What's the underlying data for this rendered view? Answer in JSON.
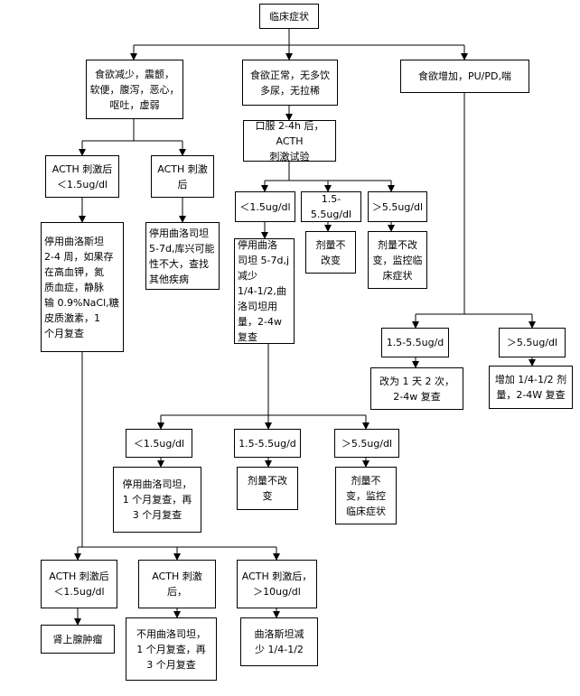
{
  "nodes": {
    "root": "临床症状",
    "b1": "食欲减少，震颤，\n软便，腹泻，恶心，\n呕吐，虚弱",
    "b2": "食欲正常，无多饮\n多尿，无拉稀",
    "b3": "食欲增加，PU/PD,喘",
    "acth_low_1": "ACTH 刺激后\n＜1.5ug/dl",
    "acth_post": "ACTH 刺激\n后",
    "oral_test": "口服 2-4h 后，ACTH\n刺激试验",
    "stop_2_4w": "停用曲洛斯坦\n2-4 周，如果存\n在高血钾，氮\n质血症，静脉\n输 0.9%NaCl,糖\n皮质激素，1\n个月复查",
    "stop_5_7d_a": "停用曲洛司坦\n5-7d,库兴可能\n性不大，查找\n其他疾病",
    "r_low": "＜1.5ug/dl",
    "r_mid": "1.5-5.5ug/dl",
    "r_high": "＞5.5ug/dl",
    "stop_reduce": "停用曲洛\n司坦 5-7d,j\n减少\n1/4-1/2,曲\n洛司坦用\n量，2-4w\n复查",
    "no_change_1": "剂量不\n改变",
    "no_change_monitor_1": "剂量不改\n变，监控临\n床症状",
    "g_mid": "1.5-5.5ug/d",
    "g_high": "＞5.5ug/dl",
    "twice_daily": "改为 1 天 2 次，\n2-4w 复查",
    "increase": "增加 1/4-1/2 剂\n量，2-4W 复查",
    "s_low": "＜1.5ug/dl",
    "s_mid": "1.5-5.5ug/d",
    "s_high": "＞5.5ug/dl",
    "stop_recheck": "停用曲洛司坦，\n1 个月复查，再\n3 个月复查",
    "no_change_2": "剂量不改\n变",
    "no_change_monitor_2": "剂量不\n变，监控\n临床症状",
    "acth_low_2": "ACTH 刺激后\n＜1.5ug/dl",
    "acth_post_2": "ACTH 刺激\n后，",
    "acth_high": "ACTH 刺激后，\n＞10ug/dl",
    "adrenal_tumor": "肾上腺肿瘤",
    "no_use_recheck": "不用曲洛司坦，\n1 个月复查，再\n3 个月复查",
    "reduce_dose": "曲洛斯坦减\n少 1/4-1/2"
  }
}
